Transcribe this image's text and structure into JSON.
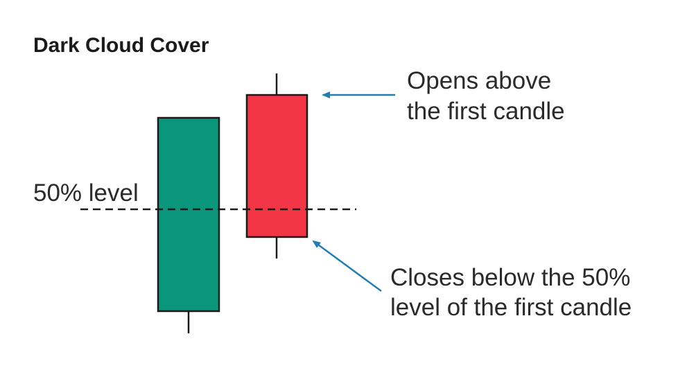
{
  "title": "Dark Cloud Cover",
  "candles": [
    {
      "name": "first-candle",
      "direction": "bullish",
      "color": "#0a967a"
    },
    {
      "name": "second-candle",
      "direction": "bearish",
      "color": "#f23645"
    }
  ],
  "outline_color": "#1a1a1a",
  "arrow_color": "#1f7fb0",
  "level_label": "50% level",
  "annotations": {
    "opens_line1": "Opens above",
    "opens_line2": "the first candle",
    "closes_line1": "Closes below the 50%",
    "closes_line2": "level of the first candle"
  }
}
